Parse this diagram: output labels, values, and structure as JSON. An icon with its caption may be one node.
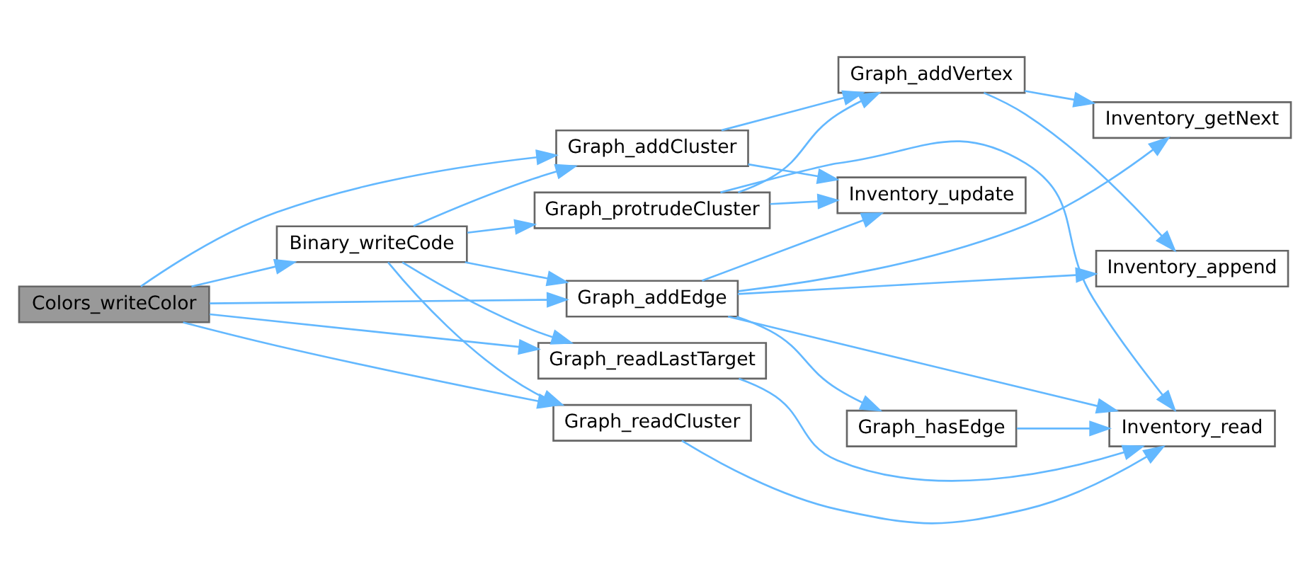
{
  "diagram": {
    "nodes": [
      {
        "text": [
          "Colors_writeColor"
        ]
      },
      {
        "text": [
          "Binary_writeCode"
        ]
      },
      {
        "text": [
          "Graph_addCluster"
        ]
      },
      {
        "text": [
          "Graph_protrudeCluster"
        ]
      },
      {
        "text": [
          "Graph_addEdge"
        ]
      },
      {
        "text": [
          "Graph_readCluster"
        ]
      },
      {
        "text": [
          "Graph_readLastTarget"
        ]
      },
      {
        "text": [
          "Graph_addVertex"
        ]
      },
      {
        "text": [
          "Inventory_update"
        ]
      },
      {
        "text": [
          "Graph_hasEdge"
        ]
      },
      {
        "text": [
          "Inventory_append"
        ]
      },
      {
        "text": [
          "Inventory_getNext"
        ]
      },
      {
        "text": [
          "Inventory_read"
        ]
      }
    ],
    "edges": [
      {
        "from": 0,
        "to": 1,
        "arrow": "to"
      },
      {
        "from": 0,
        "to": 2,
        "arrow": "to"
      },
      {
        "from": 0,
        "to": 4,
        "arrow": "to"
      },
      {
        "from": 0,
        "to": 5,
        "arrow": "to"
      },
      {
        "from": 0,
        "to": 6,
        "arrow": "to"
      },
      {
        "from": 1,
        "to": 2,
        "arrow": "to"
      },
      {
        "from": 1,
        "to": 3,
        "arrow": "to"
      },
      {
        "from": 1,
        "to": 4,
        "arrow": "to"
      },
      {
        "from": 1,
        "to": 5,
        "arrow": "to"
      },
      {
        "from": 1,
        "to": 6,
        "arrow": "to"
      },
      {
        "from": 2,
        "to": 7,
        "arrow": "to"
      },
      {
        "from": 2,
        "to": 8,
        "arrow": "to"
      },
      {
        "from": 3,
        "to": 7,
        "arrow": "to"
      },
      {
        "from": 3,
        "to": 8,
        "arrow": "to"
      },
      {
        "from": 3,
        "to": 12,
        "arrow": "to"
      },
      {
        "from": 4,
        "to": 8,
        "arrow": "to"
      },
      {
        "from": 4,
        "to": 10,
        "arrow": "to"
      },
      {
        "from": 4,
        "to": 11,
        "arrow": "to"
      },
      {
        "from": 4,
        "to": 9,
        "arrow": "to"
      },
      {
        "from": 4,
        "to": 12,
        "arrow": "to"
      },
      {
        "from": 7,
        "to": 10,
        "arrow": "to"
      },
      {
        "from": 7,
        "to": 11,
        "arrow": "to"
      },
      {
        "from": 9,
        "to": 12,
        "arrow": "to"
      },
      {
        "from": 5,
        "to": 12,
        "arrow": "to"
      },
      {
        "from": 6,
        "to": 12,
        "arrow": "to"
      }
    ]
  }
}
